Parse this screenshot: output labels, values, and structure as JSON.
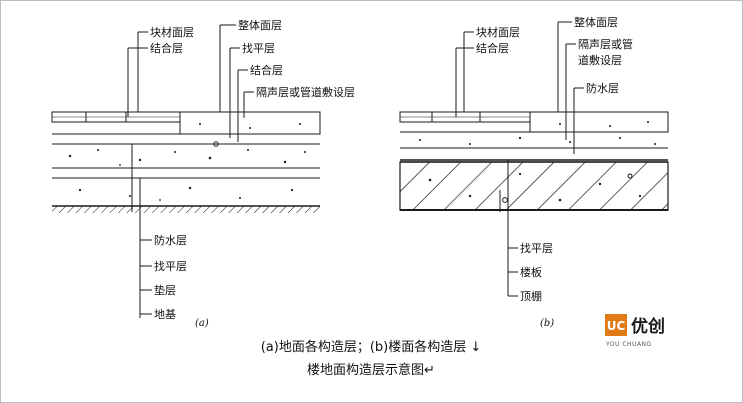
{
  "diagram_a": {
    "labels_top": [
      "块材面层",
      "结合层",
      "整体面层",
      "找平层",
      "结合层",
      "隔声层或管道敷设层"
    ],
    "labels_bottom": [
      "防水层",
      "找平层",
      "垫层",
      "地基"
    ],
    "fig_label": "(a)"
  },
  "diagram_b": {
    "labels_top": [
      "块材面层",
      "结合层",
      "整体面层",
      "隔声层或管",
      "道敷设层",
      "防水层"
    ],
    "labels_bottom": [
      "找平层",
      "楼板",
      "顶棚"
    ],
    "fig_label": "(b)"
  },
  "caption": {
    "line1": "(a)地面各构造层；(b)楼面各构造层 ↓",
    "line2": "楼地面构造层示意图↵"
  },
  "logo": {
    "mark": "UC",
    "word": "优创",
    "sub": "YOU CHUANG"
  },
  "colors": {
    "line": "#1a1a1a",
    "logo_orange": "#e07a16",
    "border": "#bdbdbd"
  }
}
